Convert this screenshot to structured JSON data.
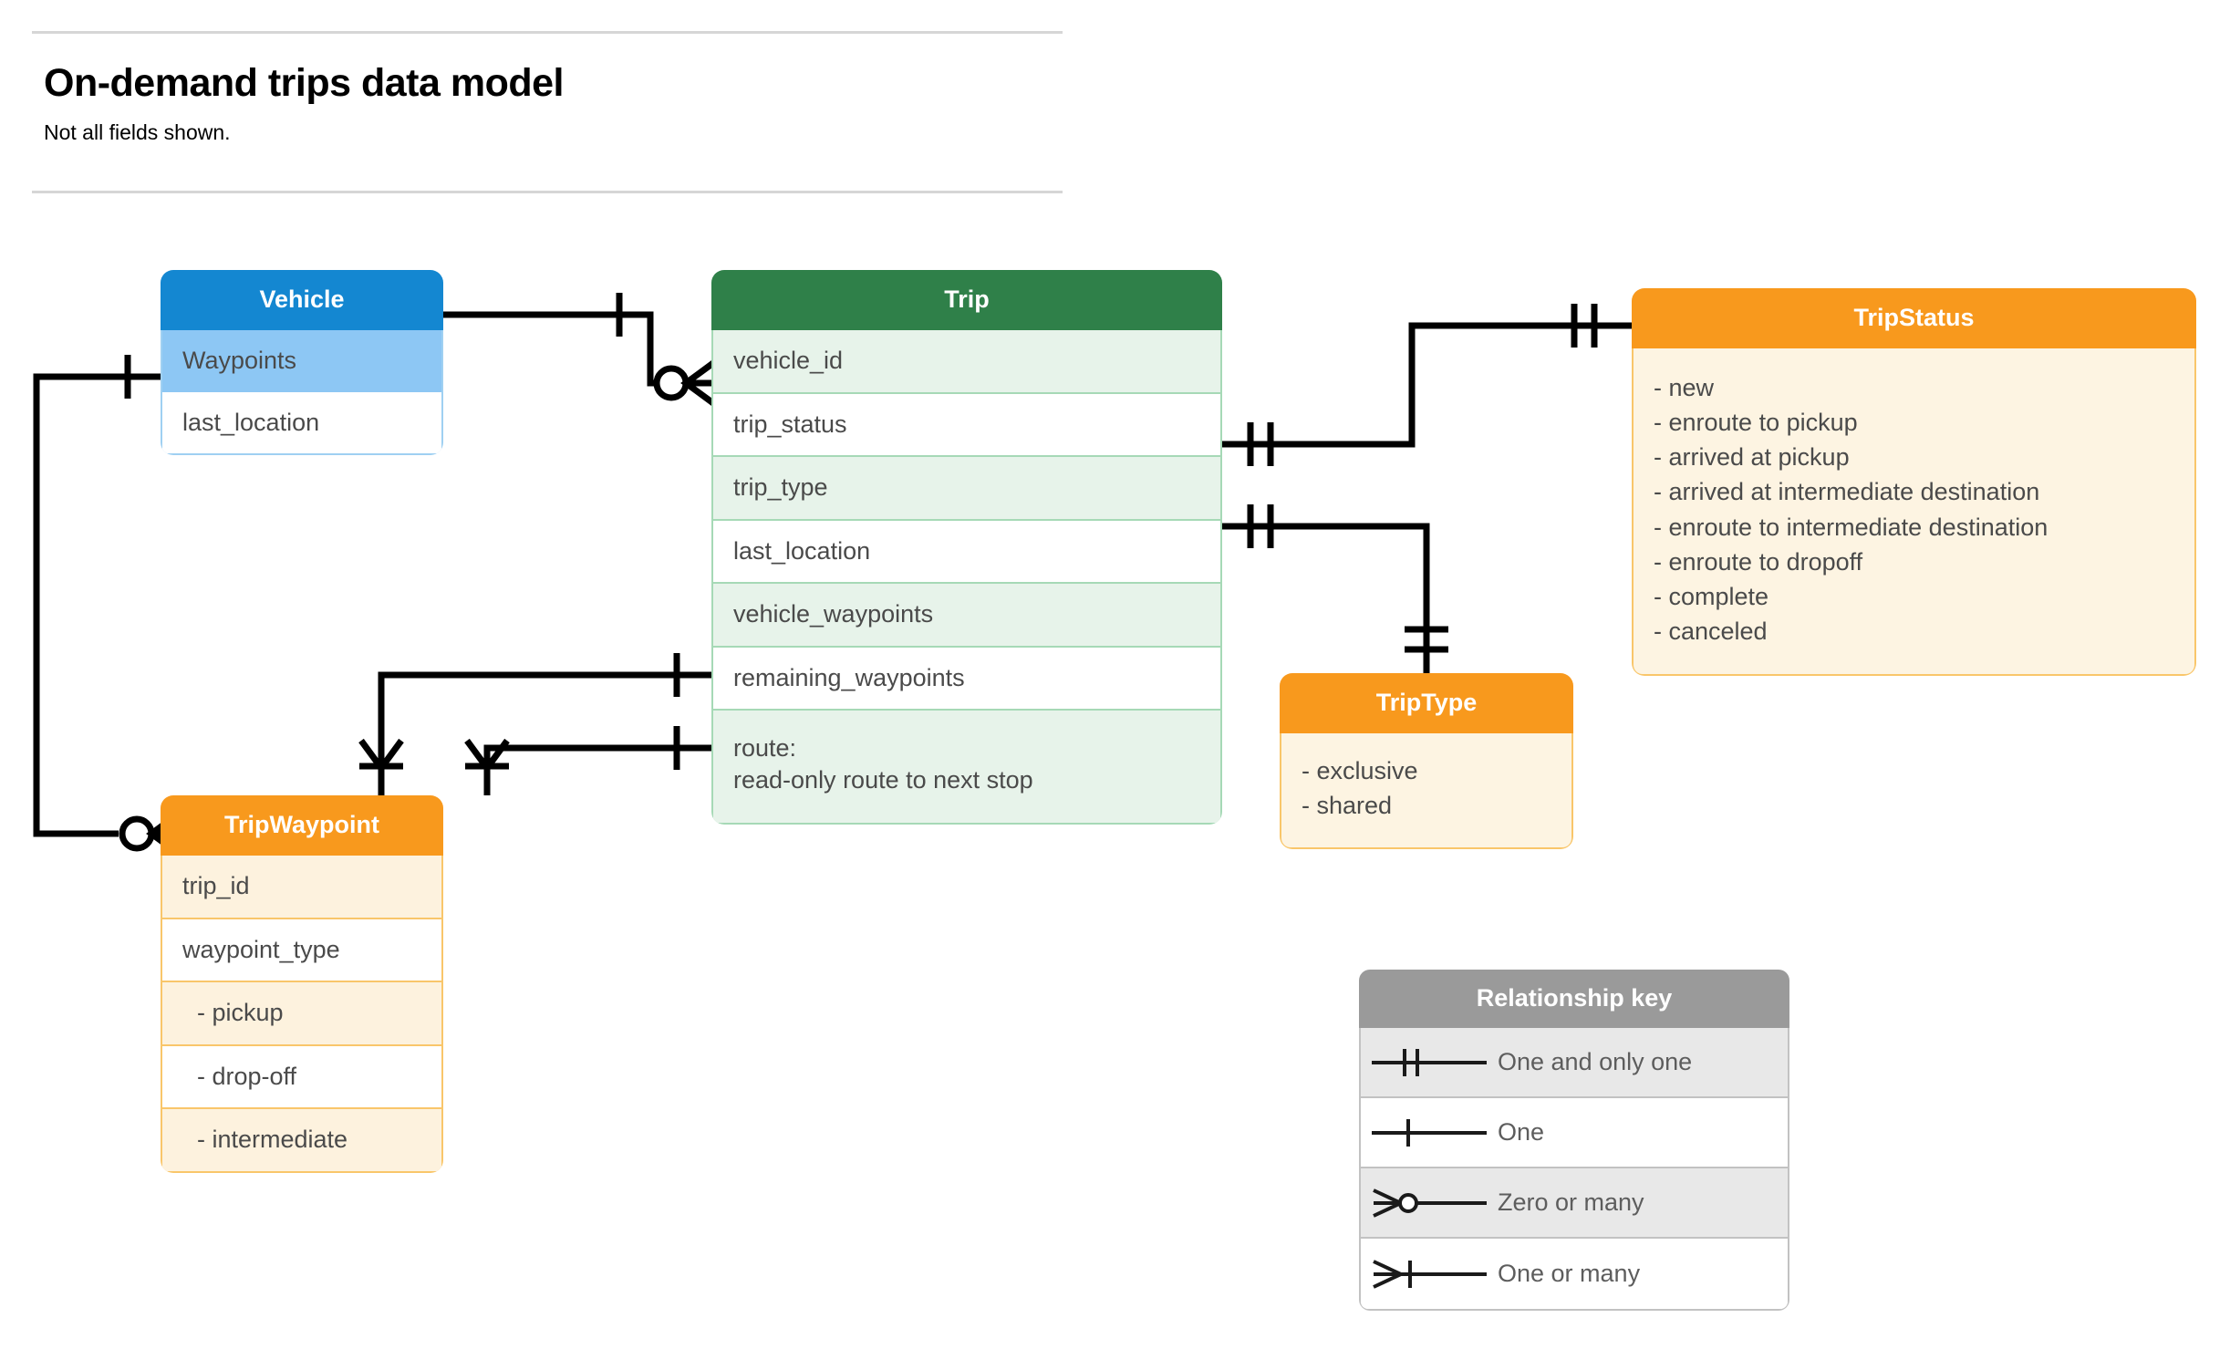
{
  "header": {
    "title": "On-demand trips data model",
    "subtitle": "Not all fields shown."
  },
  "entities": {
    "vehicle": {
      "name": "Vehicle",
      "color": "#1487d1",
      "fields": [
        {
          "label": "Waypoints"
        },
        {
          "label": "last_location"
        }
      ]
    },
    "trip": {
      "name": "Trip",
      "color": "#2f8049",
      "fields": [
        {
          "label": "vehicle_id"
        },
        {
          "label": "trip_status"
        },
        {
          "label": "trip_type"
        },
        {
          "label": "last_location"
        },
        {
          "label": "vehicle_waypoints"
        },
        {
          "label": "remaining_waypoints"
        },
        {
          "label": "route:\nread-only route to next stop"
        }
      ]
    },
    "trip_status": {
      "name": "TripStatus",
      "color": "#f8991d",
      "values": [
        "- new",
        "- enroute to pickup",
        "- arrived at pickup",
        "- arrived at intermediate destination",
        "- enroute to intermediate destination",
        "- enroute to dropoff",
        "- complete",
        "- canceled"
      ]
    },
    "trip_type": {
      "name": "TripType",
      "color": "#f8991d",
      "values": [
        "- exclusive",
        "- shared"
      ]
    },
    "trip_waypoint": {
      "name": "TripWaypoint",
      "color": "#f8991d",
      "fields": [
        {
          "label": "trip_id"
        },
        {
          "label": "waypoint_type"
        },
        {
          "label": "-  pickup"
        },
        {
          "label": "-  drop-off"
        },
        {
          "label": "-  intermediate"
        }
      ]
    }
  },
  "legend": {
    "title": "Relationship key",
    "rows": [
      {
        "glyph": "one-and-only-one-icon",
        "label": "One and only one"
      },
      {
        "glyph": "one-icon",
        "label": "One"
      },
      {
        "glyph": "zero-or-many-icon",
        "label": "Zero or many"
      },
      {
        "glyph": "one-or-many-icon",
        "label": "One or many"
      }
    ]
  },
  "relationships": [
    {
      "from": "Vehicle",
      "to": "Trip.vehicle_id",
      "from_card": "one-icon",
      "to_card": "zero-or-many-icon"
    },
    {
      "from": "Vehicle.Waypoints",
      "to": "TripWaypoint",
      "from_card": "one-icon",
      "to_card": "zero-or-many-icon"
    },
    {
      "from": "Trip.trip_status",
      "to": "TripStatus",
      "from_card": "one-and-only-one-icon",
      "to_card": "one-and-only-one-icon"
    },
    {
      "from": "Trip.trip_type",
      "to": "TripType",
      "from_card": "one-and-only-one-icon",
      "to_card": "one-and-only-one-icon"
    },
    {
      "from": "Trip.vehicle_waypoints",
      "to": "TripWaypoint",
      "from_card": "one-icon",
      "to_card": "one-or-many-icon"
    },
    {
      "from": "Trip.remaining_waypoints",
      "to": "TripWaypoint",
      "from_card": "one-icon",
      "to_card": "one-or-many-icon"
    }
  ]
}
